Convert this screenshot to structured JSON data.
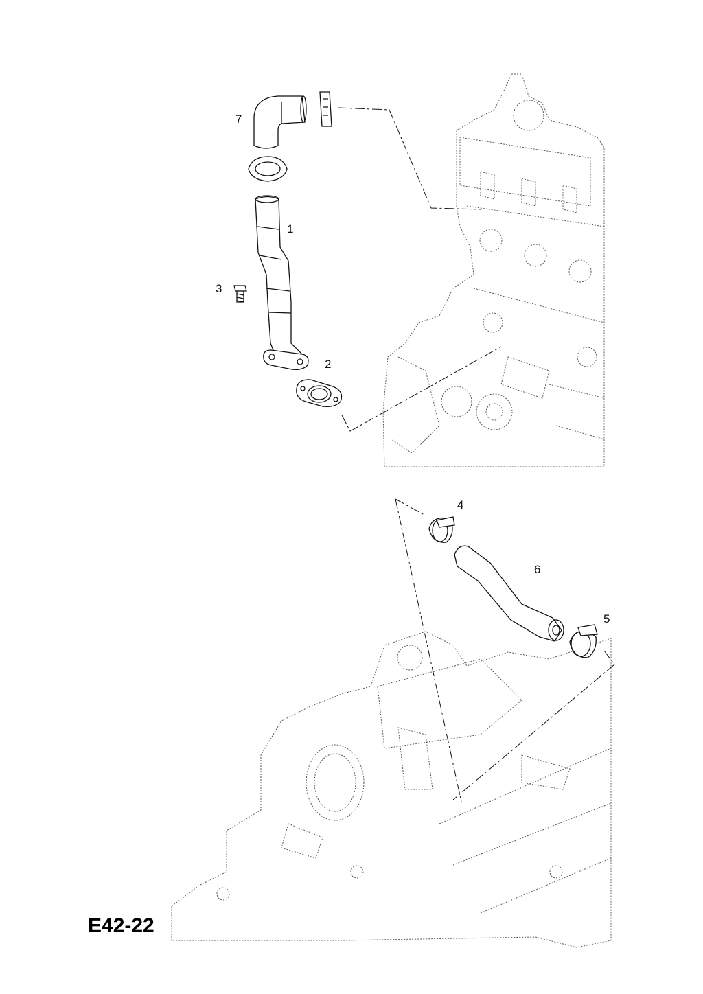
{
  "diagram": {
    "code": "E42-22",
    "callouts": [
      "1",
      "2",
      "3",
      "4",
      "5",
      "6",
      "7"
    ]
  }
}
